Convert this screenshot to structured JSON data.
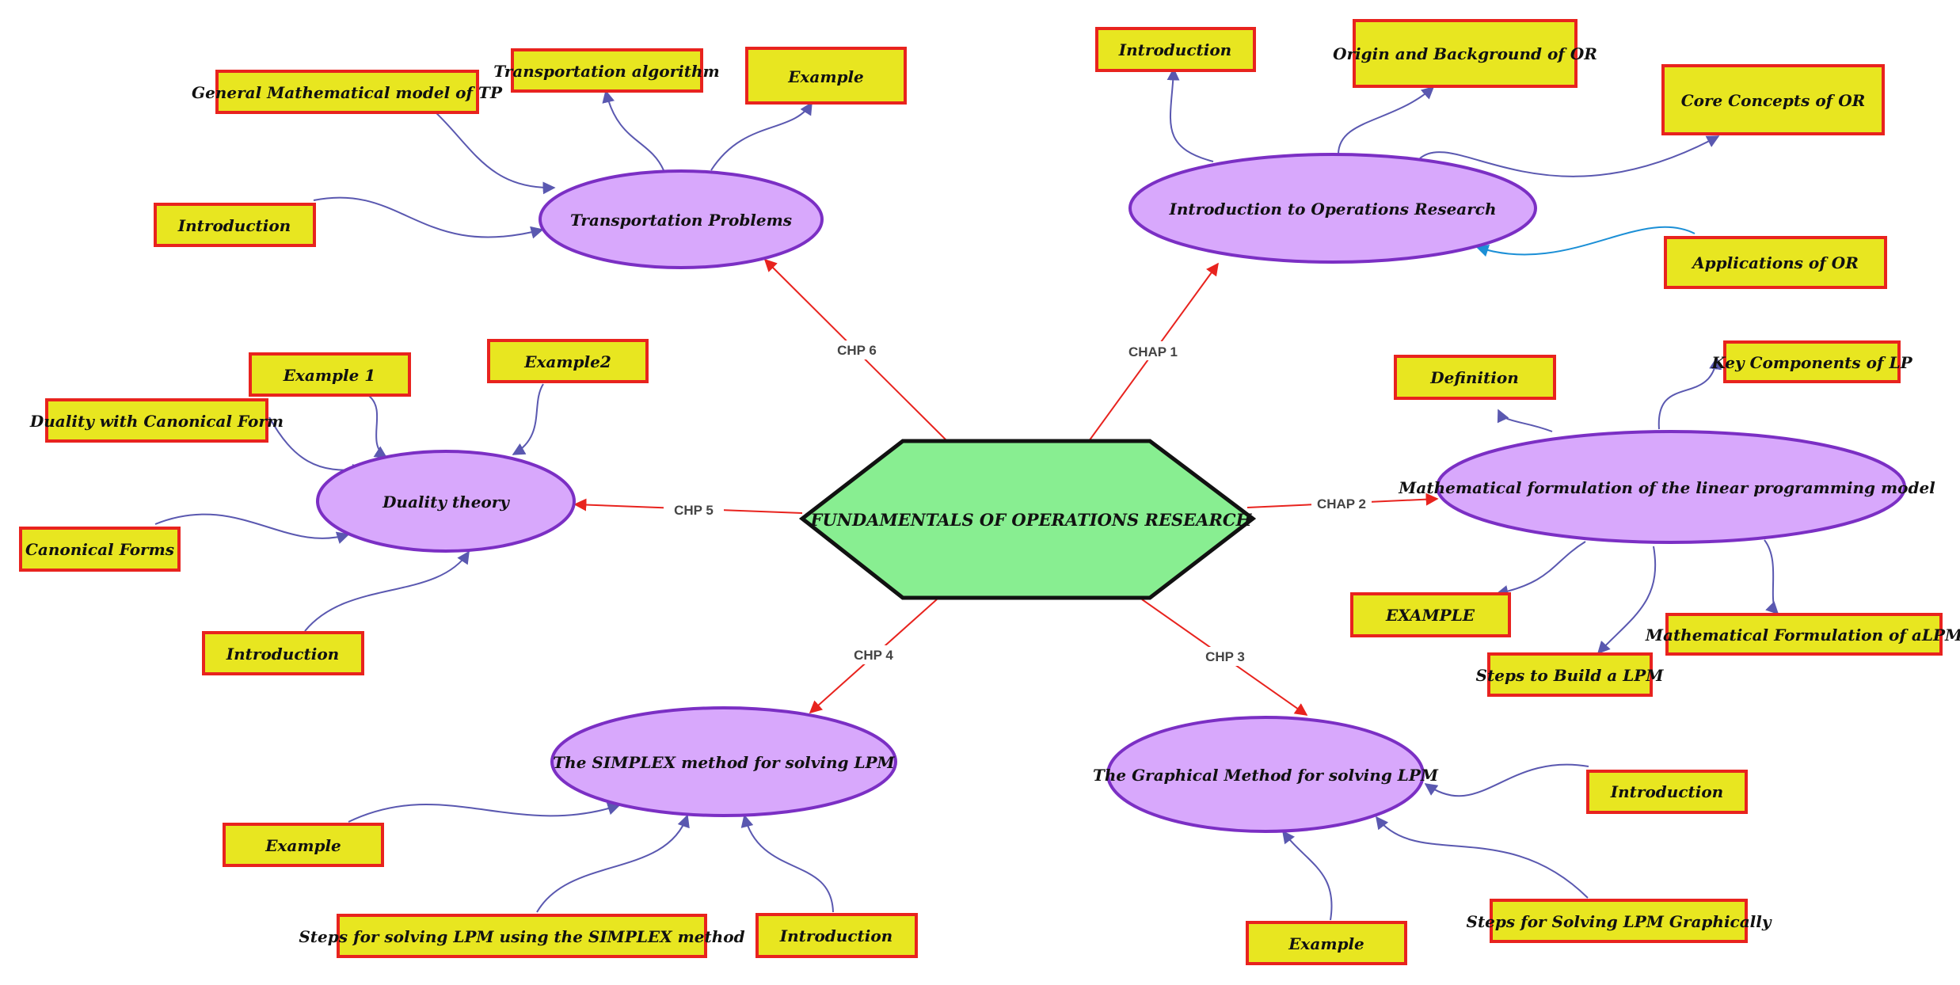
{
  "center": {
    "label": "FUNDAMENTALS OF OPERATIONS RESEARCH"
  },
  "chapters": [
    {
      "id": "ch1",
      "label": "Introduction to Operations Research",
      "edge_label": "CHAP 1"
    },
    {
      "id": "ch2",
      "label": "Mathematical formulation of the linear programming model",
      "edge_label": "CHAP 2"
    },
    {
      "id": "ch3",
      "label": "The Graphical Method for solving LPM",
      "edge_label": "CHP 3"
    },
    {
      "id": "ch4",
      "label": "The SIMPLEX method for solving LPM",
      "edge_label": "CHP 4"
    },
    {
      "id": "ch5",
      "label": "Duality theory",
      "edge_label": "CHP 5"
    },
    {
      "id": "ch6",
      "label": "Transportation Problems",
      "edge_label": "CHP 6"
    }
  ],
  "topics": [
    {
      "id": "t1a",
      "chapter": "ch1",
      "label": "Introduction"
    },
    {
      "id": "t1b",
      "chapter": "ch1",
      "label": "Origin and Background of OR"
    },
    {
      "id": "t1c",
      "chapter": "ch1",
      "label": "Core Concepts of OR"
    },
    {
      "id": "t1d",
      "chapter": "ch1",
      "label": "Applications of OR"
    },
    {
      "id": "t2a",
      "chapter": "ch2",
      "label": "Definition"
    },
    {
      "id": "t2b",
      "chapter": "ch2",
      "label": "Key Components of LP"
    },
    {
      "id": "t2c",
      "chapter": "ch2",
      "label": "EXAMPLE"
    },
    {
      "id": "t2d",
      "chapter": "ch2",
      "label": "Steps to Build a LPM"
    },
    {
      "id": "t2e",
      "chapter": "ch2",
      "label": "Mathematical Formulation of aLPM"
    },
    {
      "id": "t3a",
      "chapter": "ch3",
      "label": "Introduction"
    },
    {
      "id": "t3b",
      "chapter": "ch3",
      "label": "Steps for Solving LPM Graphically"
    },
    {
      "id": "t3c",
      "chapter": "ch3",
      "label": "Example"
    },
    {
      "id": "t4a",
      "chapter": "ch4",
      "label": "Example"
    },
    {
      "id": "t4b",
      "chapter": "ch4",
      "label": "Steps for solving LPM using the SIMPLEX method"
    },
    {
      "id": "t4c",
      "chapter": "ch4",
      "label": "Introduction"
    },
    {
      "id": "t5a",
      "chapter": "ch5",
      "label": "Example 1"
    },
    {
      "id": "t5b",
      "chapter": "ch5",
      "label": "Example2"
    },
    {
      "id": "t5c",
      "chapter": "ch5",
      "label": "Duality with Canonical Form"
    },
    {
      "id": "t5d",
      "chapter": "ch5",
      "label": "Canonical Forms"
    },
    {
      "id": "t5e",
      "chapter": "ch5",
      "label": "Introduction"
    },
    {
      "id": "t6a",
      "chapter": "ch6",
      "label": "General Mathematical model of TP"
    },
    {
      "id": "t6b",
      "chapter": "ch6",
      "label": "Transportation algorithm"
    },
    {
      "id": "t6c",
      "chapter": "ch6",
      "label": "Example"
    },
    {
      "id": "t6d",
      "chapter": "ch6",
      "label": "Introduction"
    }
  ],
  "colors": {
    "center_fill": "#88ee91",
    "center_stroke": "#111111",
    "ellipse_fill": "#d8a8fc",
    "ellipse_stroke": "#7b2fc4",
    "box_fill": "#e8e620",
    "box_stroke": "#e8231e",
    "main_edge": "#e8231e",
    "sub_edge": "#5a58b0",
    "sub_edge_alt": "#1b8fd6"
  }
}
